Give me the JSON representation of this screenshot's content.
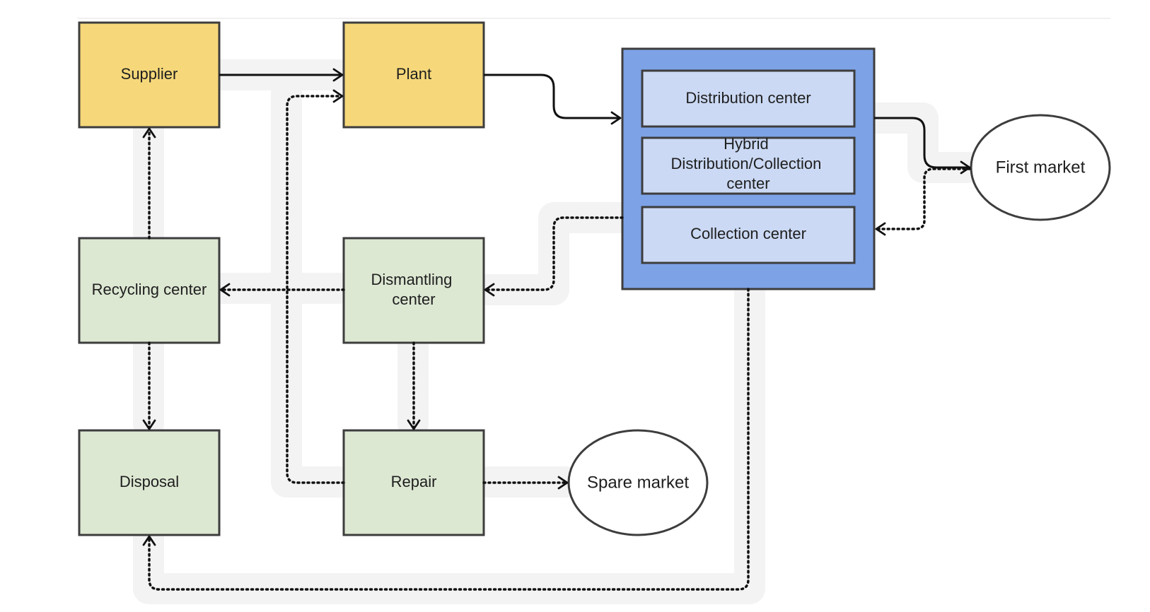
{
  "nodes": {
    "supplier": "Supplier",
    "plant": "Plant",
    "distribution_center": "Distribution center",
    "hybrid_center": [
      "Hybrid",
      "Distribution/Collection",
      "center"
    ],
    "collection_center": "Collection center",
    "first_market": "First market",
    "recycling_center": "Recycling center",
    "dismantling_center": [
      "Dismantling",
      "center"
    ],
    "disposal": "Disposal",
    "repair": "Repair",
    "spare_market": "Spare market"
  },
  "colors": {
    "forward_node_fill": "#f6d87a",
    "reverse_node_fill": "#dde8d3",
    "center_group_fill": "#7da2e6",
    "center_box_fill": "#cbd9f4",
    "market_fill": "#ffffff",
    "edge": "#111111"
  },
  "edges": [
    {
      "from": "supplier",
      "to": "plant",
      "style": "solid"
    },
    {
      "from": "plant",
      "to": "center_group",
      "style": "solid"
    },
    {
      "from": "center_group",
      "to": "first_market",
      "style": "solid"
    },
    {
      "from": "first_market",
      "to": "collection_center",
      "style": "dotted"
    },
    {
      "from": "center_group",
      "to": "dismantling_center",
      "style": "dotted"
    },
    {
      "from": "dismantling_center",
      "to": "recycling_center",
      "style": "dotted"
    },
    {
      "from": "recycling_center",
      "to": "supplier",
      "style": "dotted"
    },
    {
      "from": "recycling_center",
      "to": "disposal",
      "style": "dotted"
    },
    {
      "from": "dismantling_center",
      "to": "repair",
      "style": "dotted"
    },
    {
      "from": "repair",
      "to": "plant",
      "style": "dotted"
    },
    {
      "from": "repair",
      "to": "spare_market",
      "style": "dotted"
    },
    {
      "from": "center_group",
      "to": "disposal",
      "style": "dotted"
    }
  ]
}
